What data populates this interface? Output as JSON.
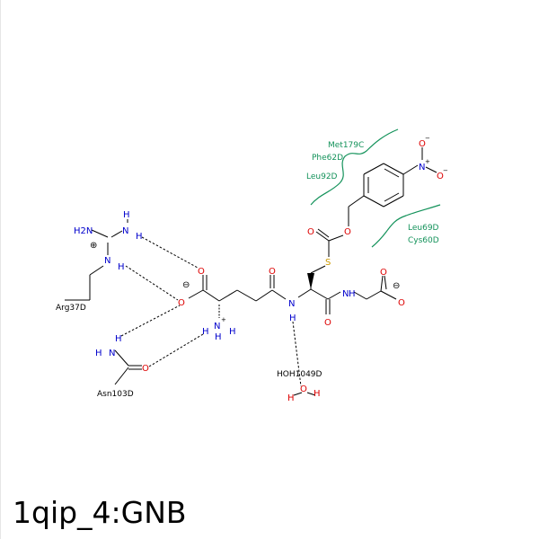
{
  "caption": "1qip_4:GNB",
  "residues": {
    "met179c": "Met179C",
    "phe62d": "Phe62D",
    "leu92d": "Leu92D",
    "leu69d": "Leu69D",
    "cys60d": "Cys60D",
    "arg37d": "Arg37D",
    "asn103d": "Asn103D",
    "hoh": "HOH1049D"
  },
  "atoms": {
    "N": "N",
    "O": "O",
    "S": "S",
    "H": "H",
    "H2N": "H2N",
    "NH3": "N"
  },
  "charges": {
    "plus": "+",
    "minus": "−",
    "circle_plus": "⊕",
    "circle_minus": "⊖"
  },
  "colors": {
    "nitrogen": "#0000cc",
    "oxygen": "#dd0000",
    "sulfur": "#cc9900",
    "hydrophobic": "#13925a",
    "bond": "#000000"
  }
}
